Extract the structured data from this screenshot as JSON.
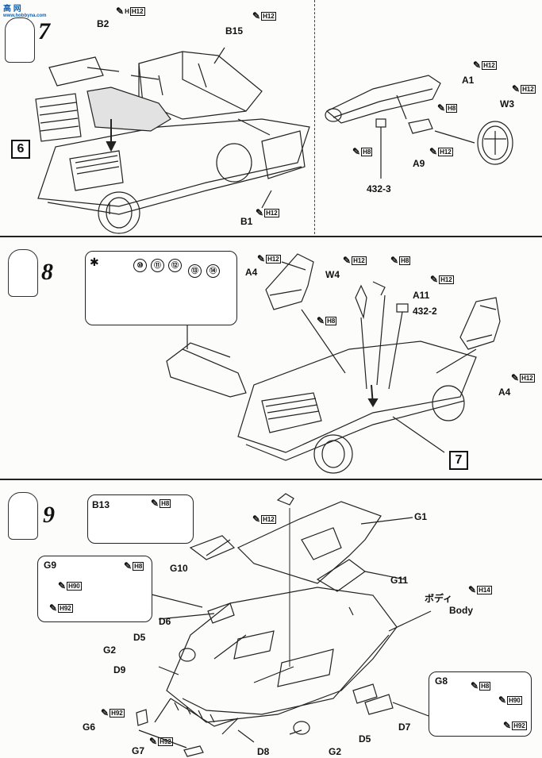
{
  "watermark": {
    "title": "高 网",
    "url": "www.hobbyna.com"
  },
  "steps": [
    {
      "number": "7",
      "ref_box": "6",
      "labels": {
        "b2": "B2",
        "b15": "B15",
        "b1": "B1",
        "a1": "A1",
        "w3": "W3",
        "a9": "A9",
        "p4323": "432-3"
      },
      "paints": {
        "b2": "H12",
        "b15": "H12",
        "b1": "H12",
        "a1": "H12",
        "a1b": "H8",
        "w3": "H12",
        "a9": "H12",
        "ctr": "H8"
      }
    },
    {
      "number": "8",
      "ref_box": "7",
      "decal_numbers": [
        "⑩",
        "⑪",
        "⑫",
        "⑬",
        "⑭"
      ],
      "labels": {
        "a4l": "A4",
        "w4": "W4",
        "a11": "A11",
        "p4322": "432-2",
        "a4r": "A4"
      },
      "paints": {
        "a4l": "H12",
        "w4a": "H12",
        "w4b": "H8",
        "a11a": "H8",
        "a11b": "H12",
        "a4r": "H12"
      }
    },
    {
      "number": "9",
      "labels": {
        "b13": "B13",
        "g1": "G1",
        "g10": "G10",
        "g11": "G11",
        "g9": "G9",
        "d6": "D6",
        "d5a": "D5",
        "g2a": "G2",
        "d9": "D9",
        "g6": "G6",
        "g7": "G7",
        "d8": "D8",
        "g2b": "G2",
        "d5b": "D5",
        "d7": "D7",
        "g8": "G8",
        "body_jp": "ボディ",
        "body_en": "Body"
      },
      "paints": {
        "b13": "H8",
        "g10": "H12",
        "g9a": "H8",
        "g9b": "H90",
        "g9c": "H92",
        "body": "H14",
        "g6": "H92",
        "g7": "H92",
        "g8a": "H8",
        "g8b": "H90",
        "g8c": "H92"
      }
    }
  ]
}
